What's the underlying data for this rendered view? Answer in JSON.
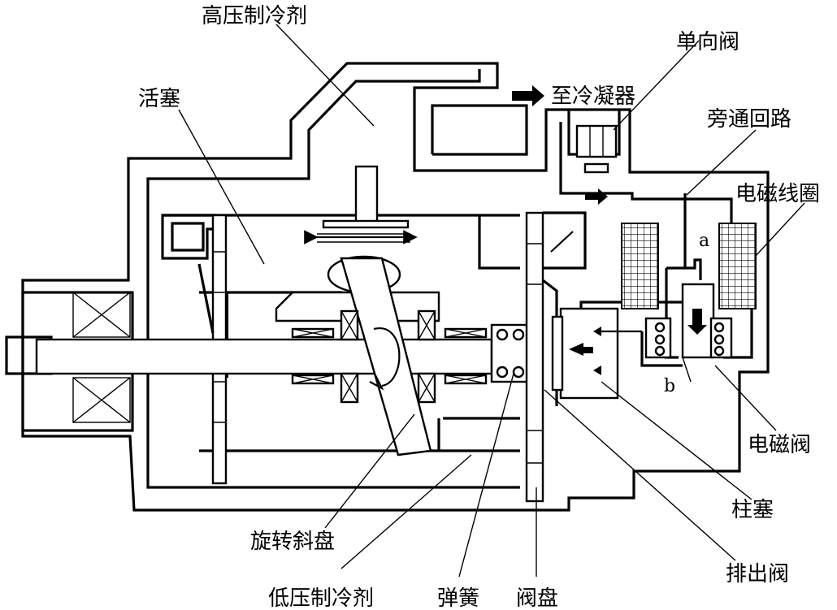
{
  "labels": {
    "high_pressure": "高压制冷剂",
    "piston": "活塞",
    "to_condenser": "至冷凝器",
    "check_valve": "单向阀",
    "bypass": "旁通回路",
    "coil": "电磁线圈",
    "point_a": "a",
    "point_b": "b",
    "solenoid_valve": "电磁阀",
    "plunger": "柱塞",
    "discharge_valve": "排出阀",
    "swash_plate": "旋转斜盘",
    "low_pressure": "低压制冷剂",
    "spring": "弹簧",
    "valve_plate": "阀盘"
  }
}
